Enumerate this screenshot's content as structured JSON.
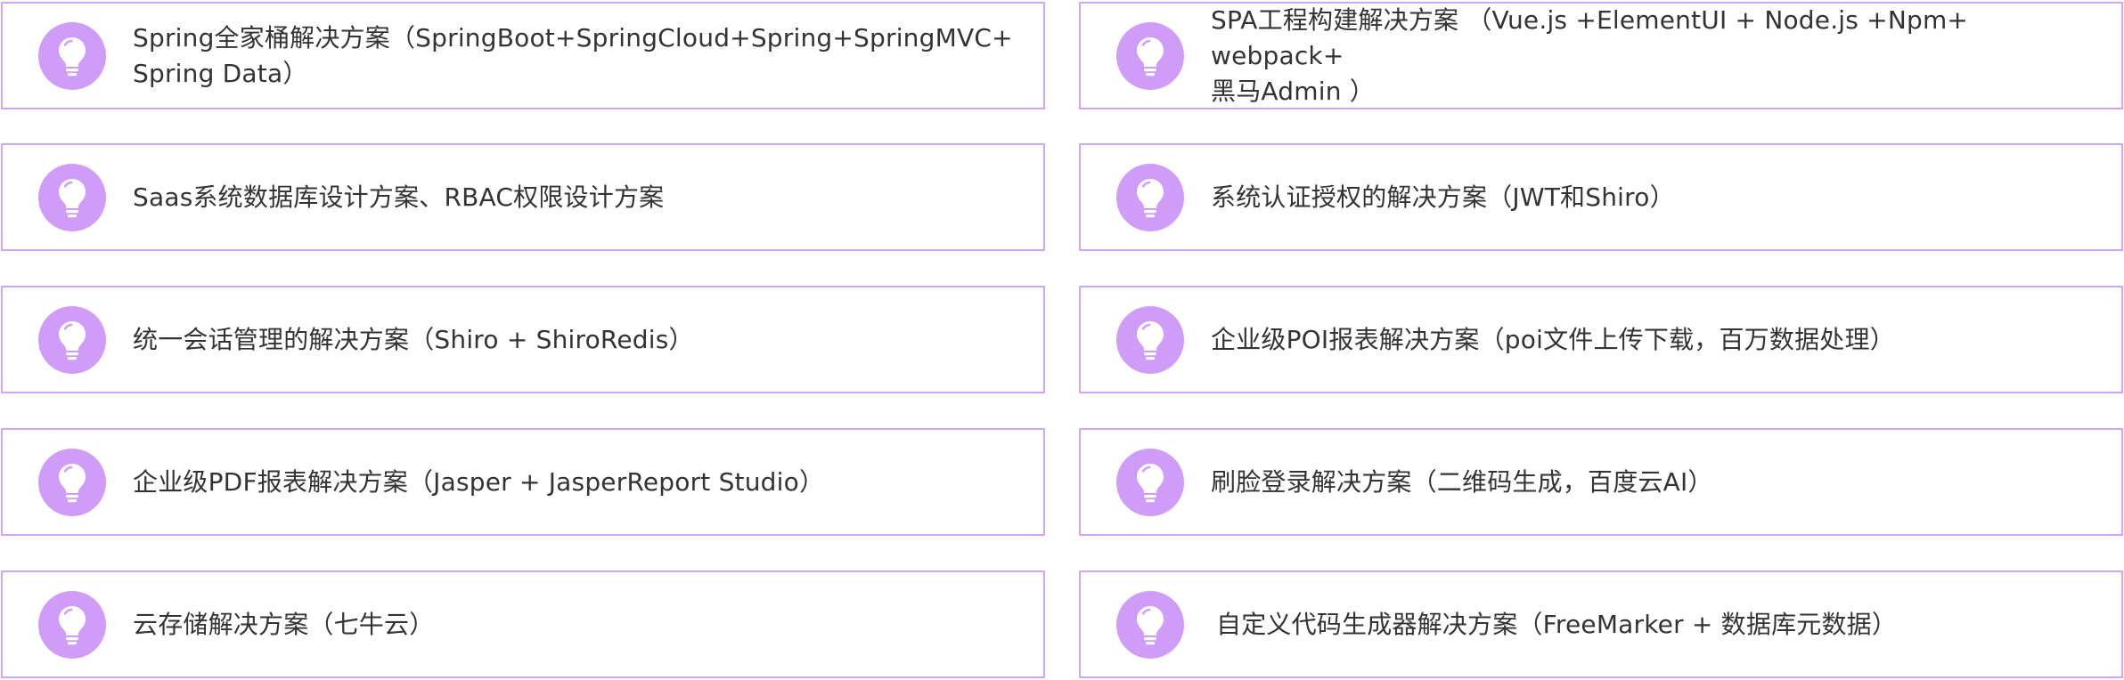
{
  "colors": {
    "card_border": "#cfa6f2",
    "icon_bg": "#cf9cf7",
    "icon_fg": "#ffffff",
    "text": "#333333"
  },
  "icon": "lightbulb-icon",
  "cards": [
    {
      "line1": "Spring全家桶解决方案（SpringBoot+SpringCloud+Spring+SpringMVC+",
      "line2": "Spring Data）"
    },
    {
      "line1": "SPA工程构建解决方案 （Vue.js +ElementUI + Node.js +Npm+ webpack+",
      "line2": "黑马Admin ）"
    },
    {
      "line1": "Saas系统数据库设计方案、RBAC权限设计方案",
      "line2": ""
    },
    {
      "line1": "系统认证授权的解决方案（JWT和Shiro）",
      "line2": ""
    },
    {
      "line1": "统一会话管理的解决方案（Shiro + ShiroRedis）",
      "line2": ""
    },
    {
      "line1": "企业级POI报表解决方案（poi文件上传下载，百万数据处理）",
      "line2": ""
    },
    {
      "line1": "企业级PDF报表解决方案（Jasper + JasperReport Studio）",
      "line2": ""
    },
    {
      "line1": "刷脸登录解决方案（二维码生成，百度云AI）",
      "line2": ""
    },
    {
      "line1": "云存储解决方案（七牛云）",
      "line2": ""
    },
    {
      "line1": "自定义代码生成器解决方案（FreeMarker + 数据库元数据）",
      "line2": ""
    }
  ]
}
